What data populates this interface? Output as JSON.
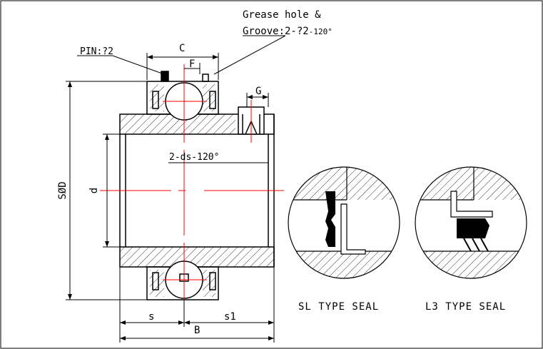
{
  "labels": {
    "grease_hole_line1": "Grease hole &",
    "grease_hole_line2_prefix": "Groove:2-?2",
    "grease_hole_line2_suffix": "-120°",
    "pin": "PIN:?2",
    "dim_C": "C",
    "dim_F": "F",
    "dim_G": "G",
    "dim_SOD": "SØD",
    "dim_d": "d",
    "ds": "2-ds-120°",
    "dim_s": "s",
    "dim_s1": "s1",
    "dim_B": "B",
    "sl_seal": "SL TYPE SEAL",
    "l3_seal": "L3 TYPE SEAL"
  },
  "colors": {
    "outline": "#000000",
    "centerline": "#ff0000",
    "background": "#ffffff"
  }
}
